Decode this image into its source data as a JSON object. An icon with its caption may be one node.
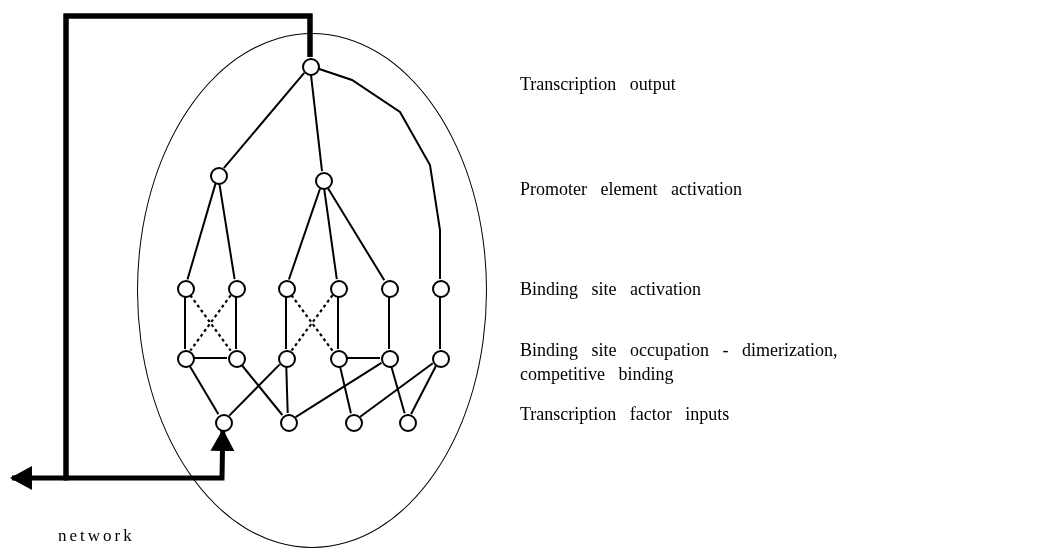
{
  "diagram": {
    "nodes": [
      {
        "text": [],
        "shape": "ellipse"
      },
      {
        "text": [],
        "shape": "circle",
        "in": 0
      },
      {
        "text": [],
        "shape": "circle",
        "in": 0
      },
      {
        "text": [],
        "shape": "circle",
        "in": 0
      },
      {
        "text": [],
        "shape": "circle",
        "in": 0
      },
      {
        "text": [],
        "shape": "circle",
        "in": 0
      },
      {
        "text": [],
        "shape": "circle",
        "in": 0
      },
      {
        "text": [],
        "shape": "circle",
        "in": 0
      },
      {
        "text": [],
        "shape": "circle",
        "in": 0
      },
      {
        "text": [],
        "shape": "circle",
        "in": 0
      },
      {
        "text": [],
        "shape": "circle",
        "in": 0
      },
      {
        "text": [],
        "shape": "circle",
        "in": 0
      },
      {
        "text": [],
        "shape": "circle",
        "in": 0
      },
      {
        "text": [],
        "shape": "circle",
        "in": 0
      },
      {
        "text": [],
        "shape": "circle",
        "in": 0
      },
      {
        "text": [],
        "shape": "circle",
        "in": 0
      },
      {
        "text": [],
        "shape": "circle",
        "in": 0
      },
      {
        "text": [],
        "shape": "circle",
        "in": 0
      },
      {
        "text": [],
        "shape": "circle",
        "in": 0
      },
      {
        "text": [],
        "shape": "circle",
        "in": 0
      }
    ],
    "edges": [
      {
        "from": 1,
        "to": 2,
        "arrow": "none"
      },
      {
        "from": 1,
        "to": 3,
        "arrow": "none"
      },
      {
        "from": 1,
        "to": 9,
        "arrow": "none"
      },
      {
        "from": 2,
        "to": 4,
        "arrow": "none"
      },
      {
        "from": 2,
        "to": 5,
        "arrow": "none"
      },
      {
        "from": 3,
        "to": 6,
        "arrow": "none"
      },
      {
        "from": 3,
        "to": 7,
        "arrow": "none"
      },
      {
        "from": 3,
        "to": 8,
        "arrow": "none"
      },
      {
        "from": 4,
        "to": 10,
        "arrow": "none"
      },
      {
        "from": 5,
        "to": 11,
        "arrow": "none"
      },
      {
        "from": 6,
        "to": 12,
        "arrow": "none"
      },
      {
        "from": 7,
        "to": 13,
        "arrow": "none"
      },
      {
        "from": 8,
        "to": 14,
        "arrow": "none"
      },
      {
        "from": 9,
        "to": 15,
        "arrow": "none"
      },
      {
        "from": 4,
        "to": 11,
        "arrow": "none",
        "style": "dashed"
      },
      {
        "from": 5,
        "to": 10,
        "arrow": "none",
        "style": "dashed"
      },
      {
        "from": 6,
        "to": 13,
        "arrow": "none",
        "style": "dashed"
      },
      {
        "from": 7,
        "to": 12,
        "arrow": "none",
        "style": "dashed"
      },
      {
        "from": 10,
        "to": 11,
        "arrow": "none"
      },
      {
        "from": 13,
        "to": 14,
        "arrow": "none"
      },
      {
        "from": 10,
        "to": 16,
        "arrow": "none"
      },
      {
        "from": 11,
        "to": 17,
        "arrow": "none"
      },
      {
        "from": 12,
        "to": 16,
        "arrow": "none"
      },
      {
        "from": 12,
        "to": 17,
        "arrow": "none"
      },
      {
        "from": 17,
        "to": 14,
        "arrow": "none"
      },
      {
        "from": 13,
        "to": 18,
        "arrow": "none"
      },
      {
        "from": 14,
        "to": 19,
        "arrow": "none"
      },
      {
        "from": 15,
        "to": 18,
        "arrow": "none"
      },
      {
        "from": 15,
        "to": 19,
        "arrow": "none"
      },
      {
        "from": 1,
        "to": null,
        "arrow": "to",
        "style": "thick"
      },
      {
        "from": 1,
        "to": 16,
        "arrow": "to",
        "style": "thick"
      }
    ],
    "labels": [
      "Transcription output",
      "Promoter element activation",
      "Binding site activation",
      "Binding site occupation - dimerization, competitive binding",
      "Transcription factor inputs",
      "network"
    ]
  }
}
